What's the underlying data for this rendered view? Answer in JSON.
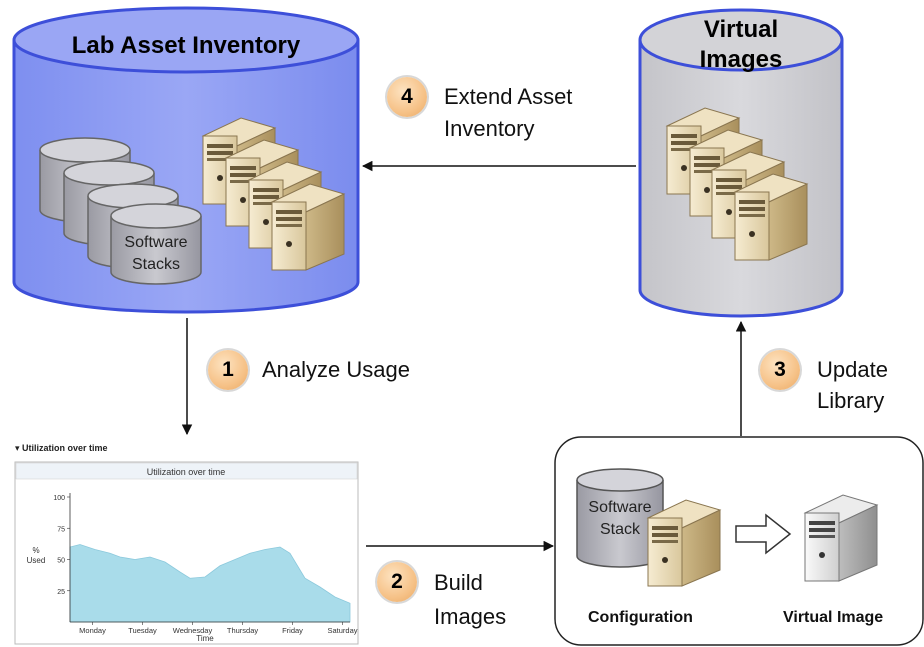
{
  "inventory": {
    "title": "Lab Asset Inventory",
    "stack_label_line1": "Software",
    "stack_label_line2": "Stacks"
  },
  "virtual_images": {
    "title_line1": "Virtual",
    "title_line2": "Images"
  },
  "steps": [
    {
      "number": "1",
      "line1": "Analyze Usage",
      "line2": ""
    },
    {
      "number": "2",
      "line1": "Build",
      "line2": "Images"
    },
    {
      "number": "3",
      "line1": "Update",
      "line2": "Library"
    },
    {
      "number": "4",
      "line1": "Extend Asset",
      "line2": "Inventory"
    }
  ],
  "build_box": {
    "stack_line1": "Software",
    "stack_line2": "Stack",
    "config_caption": "Configuration",
    "virtual_caption": "Virtual Image"
  },
  "chart_data": {
    "type": "area",
    "panel_label": "▾ Utilization over time",
    "title": "Utilization over time",
    "xlabel": "Time",
    "ylabel": "% Used",
    "ylabel_line1": "%",
    "ylabel_line2": "Used",
    "ylim": [
      0,
      100
    ],
    "yticks": [
      "100",
      "75",
      "50",
      "25"
    ],
    "categories": [
      "Monday",
      "Tuesday",
      "Wednesday",
      "Thursday",
      "Friday",
      "Saturday"
    ],
    "x": [
      0,
      0.2,
      0.5,
      0.8,
      1.0,
      1.3,
      1.6,
      1.9,
      2.2,
      2.4,
      2.7,
      3.0,
      3.3,
      3.6,
      3.9,
      4.2,
      4.4,
      4.7,
      5.0,
      5.3,
      5.6
    ],
    "values": [
      60,
      62,
      58,
      55,
      52,
      50,
      52,
      48,
      40,
      35,
      36,
      45,
      50,
      55,
      58,
      60,
      55,
      35,
      28,
      20,
      15
    ],
    "fill_color": "#a9dcea",
    "grid": false
  },
  "colors": {
    "inventory_cylinder": "#8a99f0",
    "virtual_cylinder": "#cfcfd3",
    "cylinder_outline": "#3d4fd9",
    "badge": "#f6c288"
  }
}
